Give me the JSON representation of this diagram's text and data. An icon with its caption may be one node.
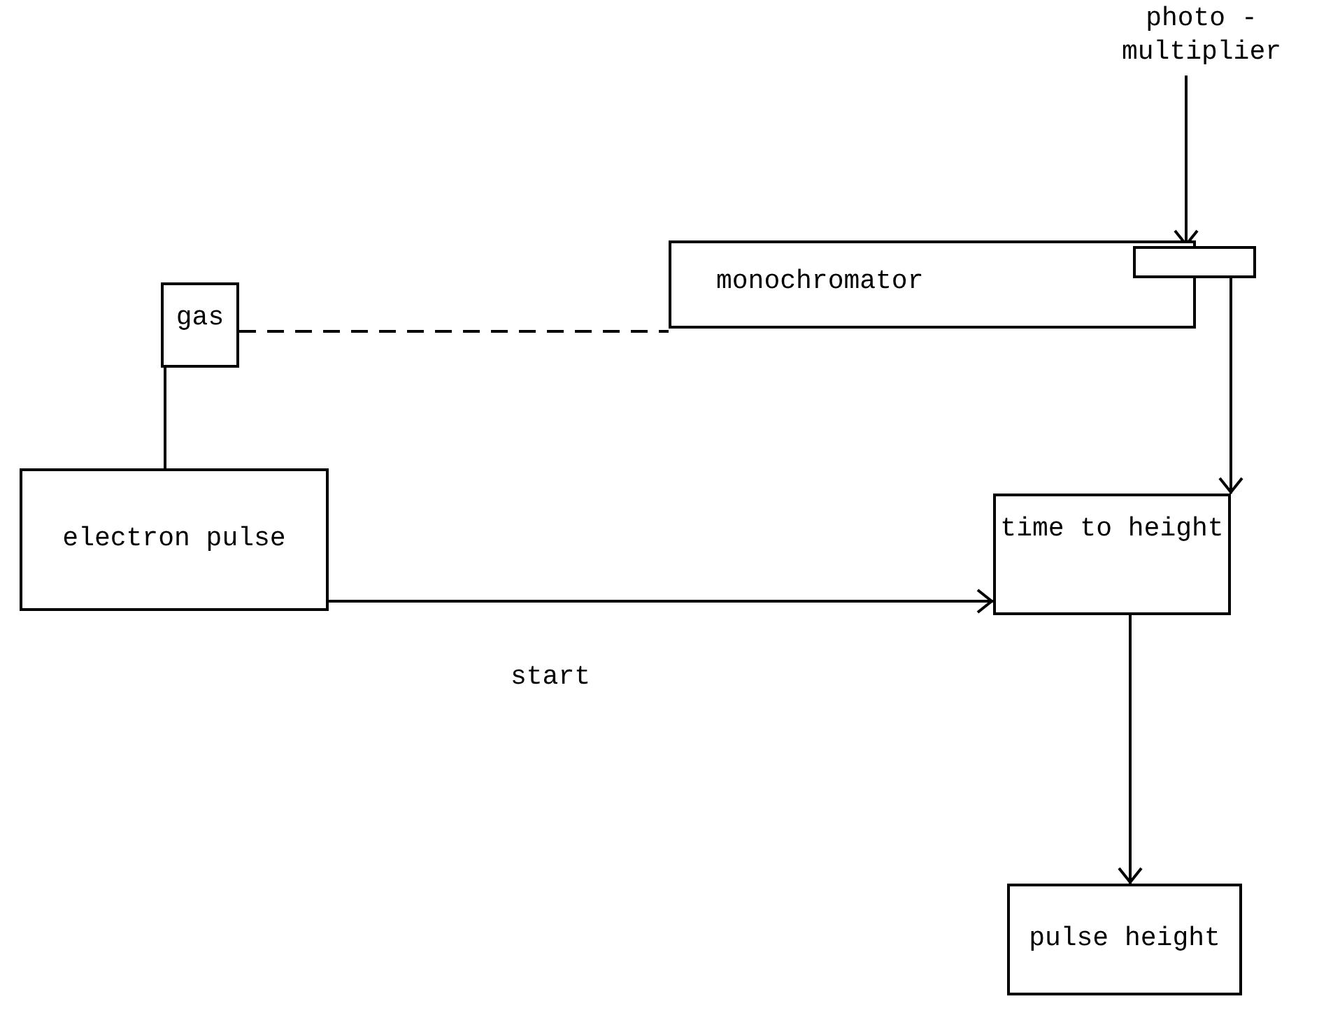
{
  "diagram": {
    "nodes": [
      {
        "text": [
          "gas"
        ]
      },
      {
        "text": [
          "monochromator"
        ]
      },
      {
        "text": [
          "photo - multiplier"
        ]
      },
      {
        "text": [],
        "shape": "box"
      },
      {
        "text": [
          "electron pulse"
        ]
      },
      {
        "text": [
          "time to height"
        ]
      },
      {
        "text": [
          "pulse height"
        ]
      }
    ],
    "edges": [
      {
        "from": 0,
        "to": 1,
        "arrow": "none",
        "style": "dashed"
      },
      {
        "from": 0,
        "to": 4,
        "arrow": "none"
      },
      {
        "from": 2,
        "to": 3,
        "arrow": "to"
      },
      {
        "from": 3,
        "to": 5,
        "arrow": "to"
      },
      {
        "from": 4,
        "to": 5,
        "arrow": "to",
        "label": "start"
      },
      {
        "from": 5,
        "to": 6,
        "arrow": "to"
      }
    ]
  }
}
